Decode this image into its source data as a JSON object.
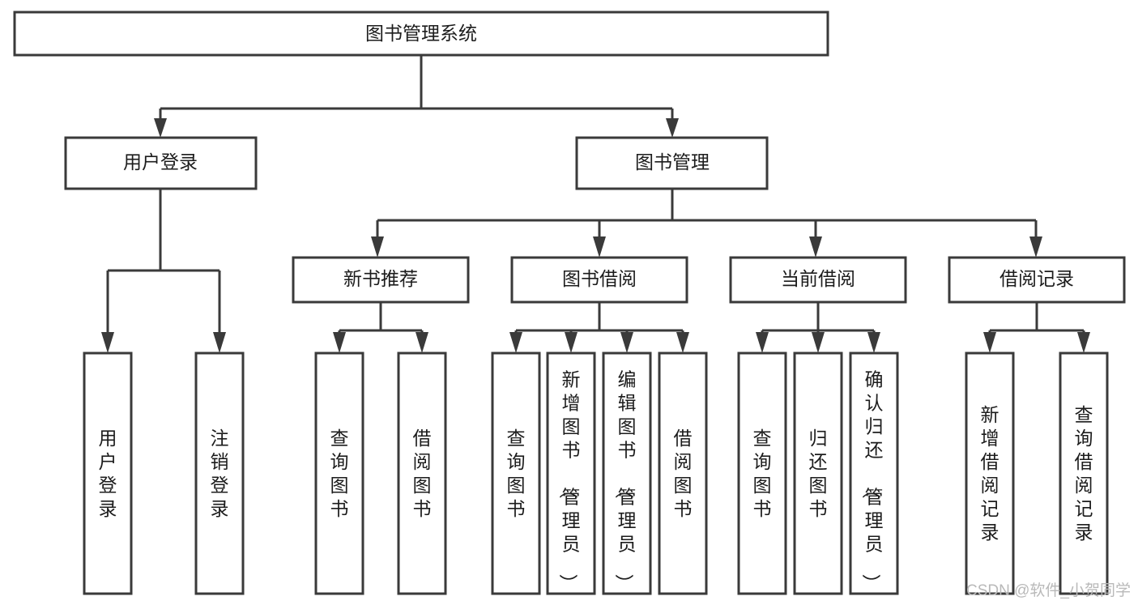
{
  "diagram": {
    "type": "tree",
    "title": "图书管理系统",
    "orientation": "top-down",
    "root": {
      "id": "root",
      "label": "图书管理系统",
      "text_orientation": "horizontal"
    },
    "level2": [
      {
        "id": "user-login",
        "label": "用户登录",
        "text_orientation": "horizontal"
      },
      {
        "id": "book-manage",
        "label": "图书管理",
        "text_orientation": "horizontal"
      }
    ],
    "level3": [
      {
        "id": "new-book-recommend",
        "label": "新书推荐",
        "parent": "book-manage",
        "text_orientation": "horizontal"
      },
      {
        "id": "book-borrow",
        "label": "图书借阅",
        "parent": "book-manage",
        "text_orientation": "horizontal"
      },
      {
        "id": "current-borrow",
        "label": "当前借阅",
        "parent": "book-manage",
        "text_orientation": "horizontal"
      },
      {
        "id": "borrow-record",
        "label": "借阅记录",
        "parent": "book-manage",
        "text_orientation": "horizontal"
      }
    ],
    "leaves": [
      {
        "id": "leaf-user-login",
        "label": "用户登录",
        "parent": "user-login",
        "text_orientation": "vertical"
      },
      {
        "id": "leaf-user-logout",
        "label": "注销登录",
        "parent": "user-login",
        "text_orientation": "vertical"
      },
      {
        "id": "leaf-query-book-1",
        "label": "查询图书",
        "parent": "new-book-recommend",
        "text_orientation": "vertical"
      },
      {
        "id": "leaf-borrow-book-1",
        "label": "借阅图书",
        "parent": "new-book-recommend",
        "text_orientation": "vertical"
      },
      {
        "id": "leaf-query-book-2",
        "label": "查询图书",
        "parent": "book-borrow",
        "text_orientation": "vertical"
      },
      {
        "id": "leaf-add-book",
        "label": "新增图书（管理员）",
        "parent": "book-borrow",
        "text_orientation": "vertical"
      },
      {
        "id": "leaf-edit-book",
        "label": "编辑图书（管理员）",
        "parent": "book-borrow",
        "text_orientation": "vertical"
      },
      {
        "id": "leaf-borrow-book-2",
        "label": "借阅图书",
        "parent": "book-borrow",
        "text_orientation": "vertical"
      },
      {
        "id": "leaf-query-book-3",
        "label": "查询图书",
        "parent": "current-borrow",
        "text_orientation": "vertical"
      },
      {
        "id": "leaf-return-book",
        "label": "归还图书",
        "parent": "current-borrow",
        "text_orientation": "vertical"
      },
      {
        "id": "leaf-confirm-return",
        "label": "确认归还（管理员）",
        "parent": "current-borrow",
        "text_orientation": "vertical"
      },
      {
        "id": "leaf-add-record",
        "label": "新增借阅记录",
        "parent": "borrow-record",
        "text_orientation": "vertical"
      },
      {
        "id": "leaf-query-record",
        "label": "查询借阅记录",
        "parent": "borrow-record",
        "text_orientation": "vertical"
      }
    ]
  },
  "watermark": {
    "text": "CSDN @软件_小贺同学"
  },
  "colors": {
    "background": "#ffffff",
    "box_fill": "#ffffff",
    "box_stroke": "#3a3a3a",
    "connector": "#3a3a3a",
    "text": "#1c1c1c",
    "watermark": "#b9b9b9"
  }
}
